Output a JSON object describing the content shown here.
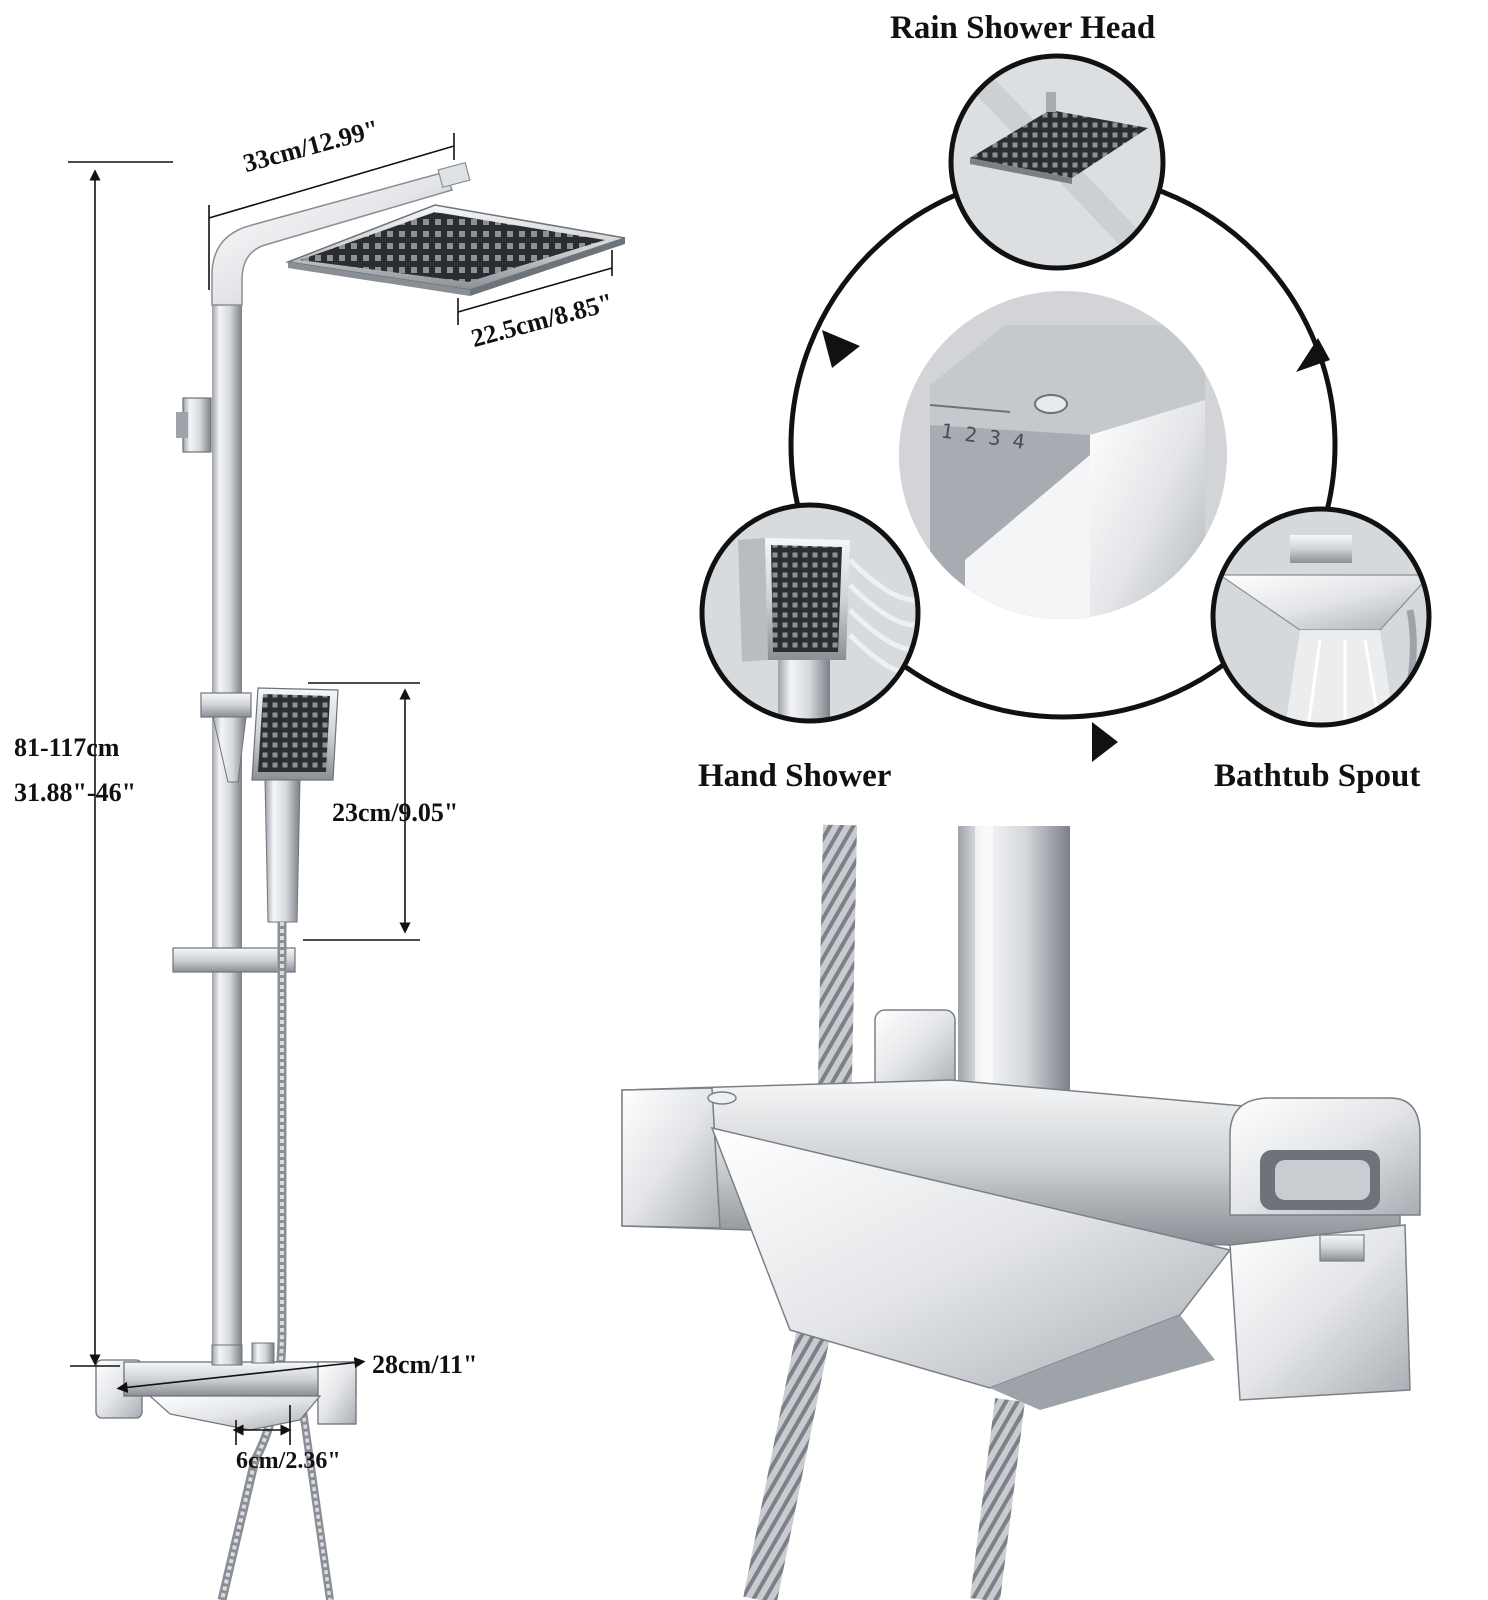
{
  "labels": {
    "rain_head_width": "33cm/12.99\"",
    "rain_head_depth": "22.5cm/8.85\"",
    "height_range_cm": "81-117cm",
    "height_range_in": "31.88\"-46\"",
    "hand_shower_length": "23cm/9.05\"",
    "valve_width": "28cm/11\"",
    "spout_depth": "6cm/2.36\""
  },
  "modes": {
    "rain": "Rain Shower Head",
    "hand": "Hand Shower",
    "bathtub": "Bathtub Spout"
  },
  "colors": {
    "chrome_light": "#f2f3f5",
    "chrome_mid": "#c9ccd1",
    "chrome_dark": "#6e737a",
    "nozzle_grid": "#2b2d30",
    "line": "#111111"
  }
}
